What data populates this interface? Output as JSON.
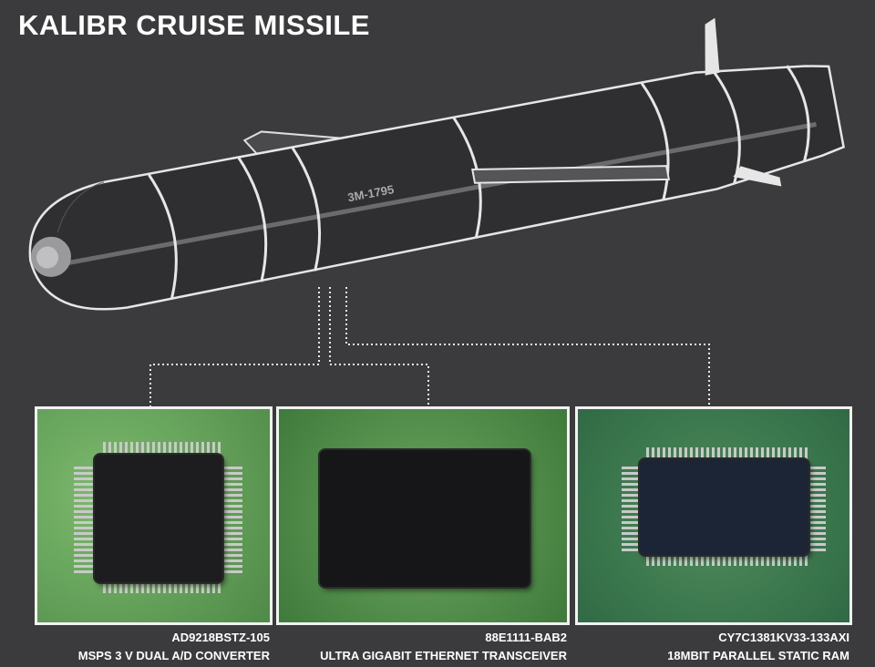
{
  "title": "KALIBR CRUISE MISSILE",
  "missile": {
    "designation": "3M-1795"
  },
  "components": [
    {
      "part": "AD9218BSTZ-105",
      "description": "MSPS 3 V DUAL A/D CONVERTER"
    },
    {
      "part": "88E1111-BAB2",
      "description": "ULTRA GIGABIT ETHERNET TRANSCEIVER"
    },
    {
      "part": "CY7C1381KV33-133AXI",
      "description": "18MBIT PARALLEL STATIC RAM"
    }
  ],
  "colors": {
    "background": "#3b3b3d",
    "pcb": "#5f9a55",
    "text": "#ffffff"
  }
}
